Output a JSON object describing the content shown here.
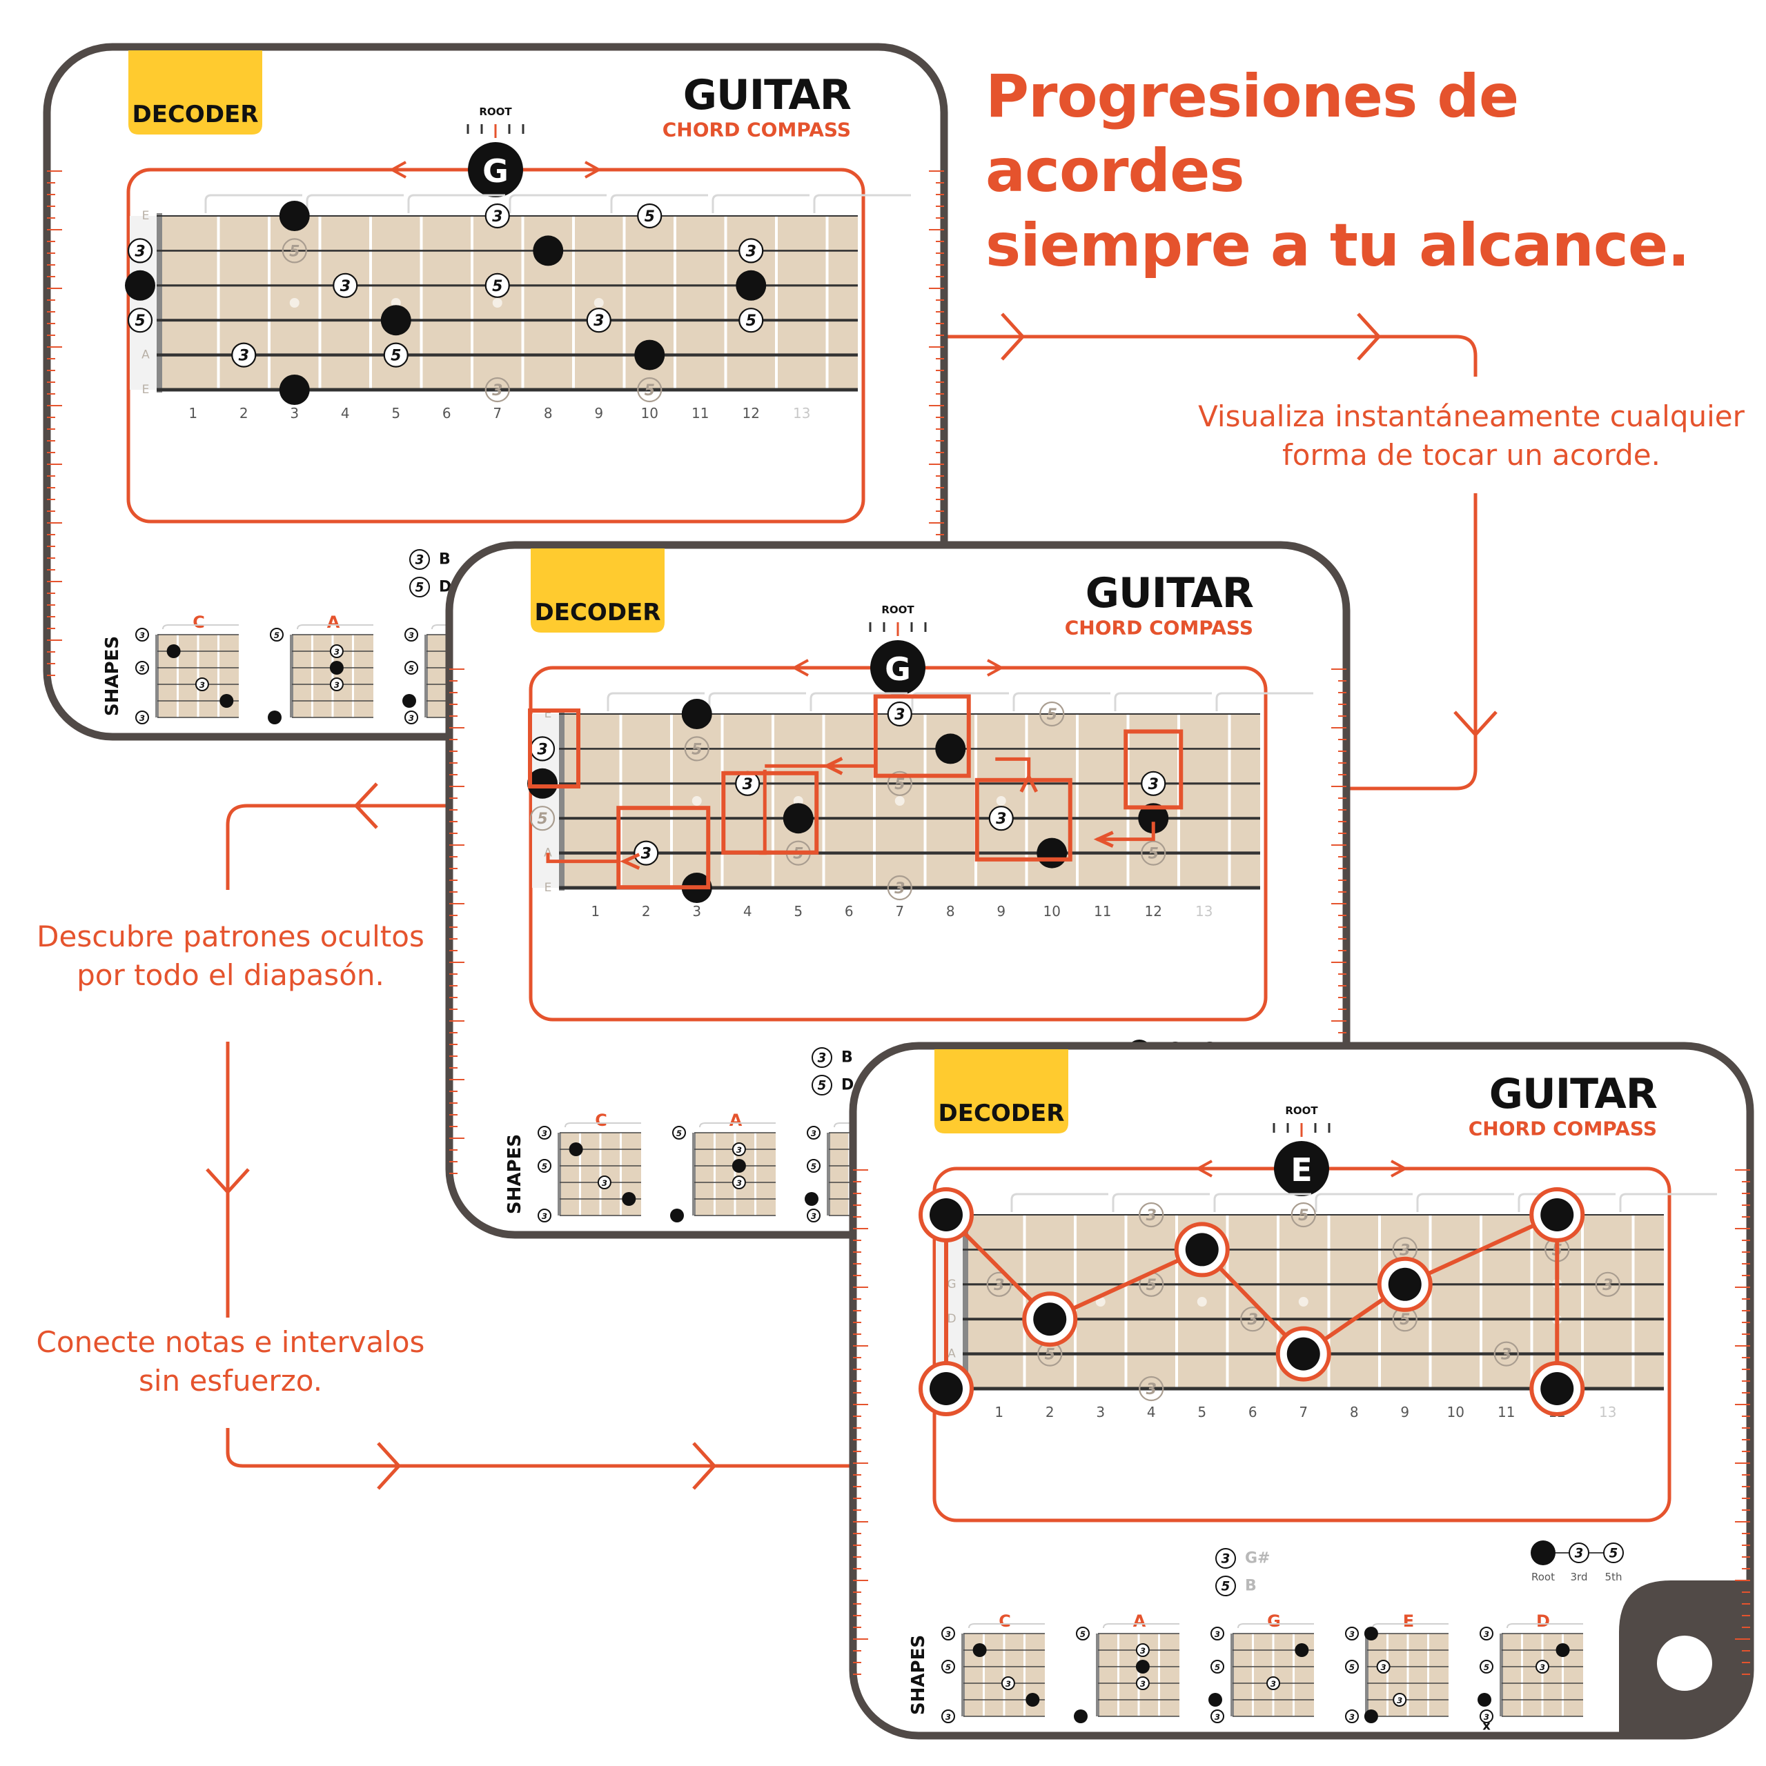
{
  "headline": {
    "line1": "Progresiones de acordes",
    "line2": "siempre a tu alcance."
  },
  "captions": {
    "visualiza": {
      "line1": "Visualiza instantáneamente cualquier",
      "line2": "forma de tocar un acorde."
    },
    "descubre": {
      "line1": "Descubre patrones ocultos",
      "line2": "por todo el diapasón."
    },
    "conecte": {
      "line1": "Conecte notas e intervalos",
      "line2": "sin esfuerzo."
    }
  },
  "colors": {
    "accent": "#e5532d",
    "badge": "#ffcb2f",
    "card_border": "#514a47",
    "fret_wood": "#e3d3bd",
    "ink": "#111111"
  },
  "common": {
    "badge": "DECODER",
    "brand_title": "GUITAR",
    "brand_sub": "CHORD COMPASS",
    "root_label": "ROOT",
    "shapes_label": "SHAPES",
    "legend": {
      "root": "Root",
      "third": "3rd",
      "fifth": "5th"
    },
    "fret_numbers": [
      "1",
      "2",
      "3",
      "4",
      "5",
      "6",
      "7",
      "8",
      "9",
      "10",
      "11",
      "12",
      "13"
    ],
    "x_mark": "x"
  },
  "cards": [
    {
      "root": "G",
      "string_names": [
        "E",
        "",
        "",
        "",
        "A",
        "E"
      ],
      "notes": {
        "third": "B",
        "fifth": "D"
      },
      "shape_names": [
        "C",
        "A",
        "G"
      ]
    },
    {
      "root": "G",
      "string_names": [
        "E",
        "",
        "",
        "",
        "A",
        "E"
      ],
      "notes": {
        "third": "B",
        "fifth": "D"
      },
      "shape_names": [
        "C",
        "A",
        "G"
      ]
    },
    {
      "root": "E",
      "string_names": [
        "",
        "",
        "G",
        "D",
        "A",
        ""
      ],
      "notes": {
        "third": "G#",
        "fifth": "B"
      },
      "shape_names": [
        "C",
        "A",
        "G",
        "E",
        "D"
      ]
    }
  ]
}
